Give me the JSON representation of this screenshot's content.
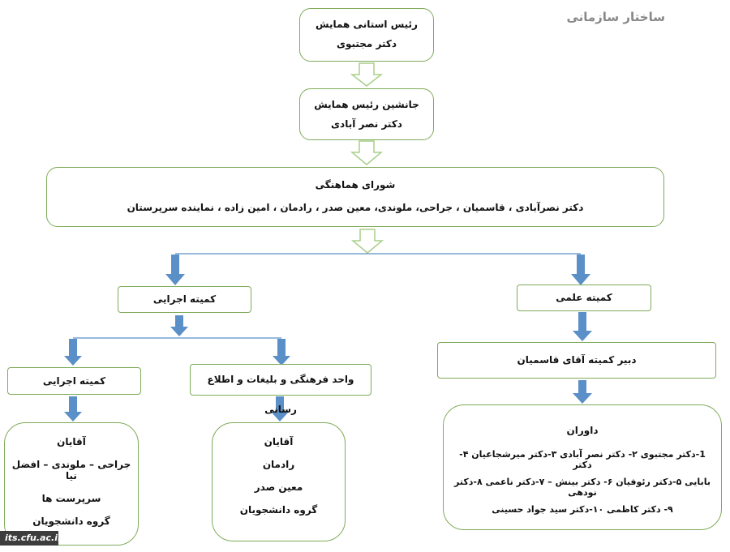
{
  "page_title": "ساختار سازمانی",
  "president": {
    "title": "رئیس استانی همایش",
    "name": "دکتر مجتبوی"
  },
  "vice": {
    "title": "جانشین رئیس همایش",
    "name": "دکتر نصر آبادی"
  },
  "council": {
    "title": "شورای هماهنگی",
    "members": "دکتر نصرآبادی ، قاسمیان ، جراحی، ملوندی، معین صدر ، رادمان ، امین زاده ، نماینده سرپرستان"
  },
  "exec_committee": {
    "title": "کمیته اجرایی"
  },
  "science_committee": {
    "title": "کمیته علمی"
  },
  "exec_sub": {
    "title": "کمیته اجرایی",
    "lines": [
      "آقایان",
      "جراحی – ملوندی – افضل نیا",
      "سرپرست ها",
      "گروه دانشجویان"
    ]
  },
  "culture_unit": {
    "title": "واحد فرهنگی و بلیغات و  اطلاع رسانی",
    "lines": [
      "آقایان",
      "رادمان",
      "معین صدر",
      "گروه دانشجویان"
    ]
  },
  "secretary": {
    "title": "دبیر کمیته آقای قاسمیان"
  },
  "referees": {
    "title": "داوران",
    "lines": [
      "1-دکتر مجتبوی ۲- دکتر نصر آبادی ۳-دکتر میرشجاعیان ۴- دکتر",
      "بابایی ۵-دکتر رئوفیان ۶- دکتر بینش – ۷-دکتر ناعمی ۸-دکتر نودهی",
      "۹- دکتر کاظمی ۱۰-دکتر سید جواد حسینی"
    ]
  },
  "footer_badge": "its.cfu.ac.ir",
  "colors": {
    "box_border": "#7fab5a",
    "arrow_blue": "#5b8fc7",
    "hollow_arrow": "#a9cf8a"
  }
}
